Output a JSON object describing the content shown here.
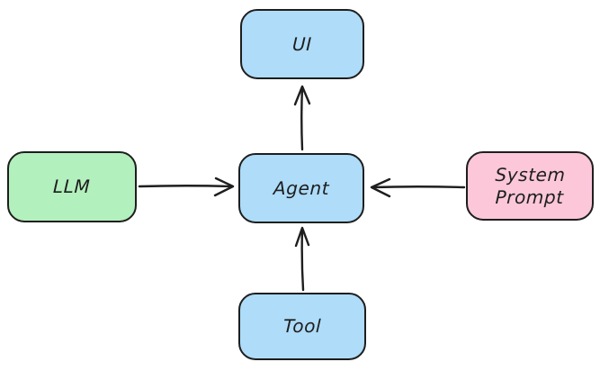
{
  "diagram": {
    "background": "#ffffff",
    "stroke_color": "#1e1e1e",
    "nodes": [
      {
        "id": "ui",
        "label": "UI",
        "fill": "#aedcf9"
      },
      {
        "id": "agent",
        "label": "Agent",
        "fill": "#aedcf9"
      },
      {
        "id": "llm",
        "label": "LLM",
        "fill": "#b2f0bd"
      },
      {
        "id": "system-prompt",
        "label": "System\nPrompt",
        "fill": "#fbc7d9"
      },
      {
        "id": "tool",
        "label": "Tool",
        "fill": "#aedcf9"
      }
    ],
    "edges": [
      {
        "from": "LLM",
        "to": "Agent"
      },
      {
        "from": "System Prompt",
        "to": "Agent"
      },
      {
        "from": "Tool",
        "to": "Agent"
      },
      {
        "from": "Agent",
        "to": "UI"
      }
    ]
  }
}
